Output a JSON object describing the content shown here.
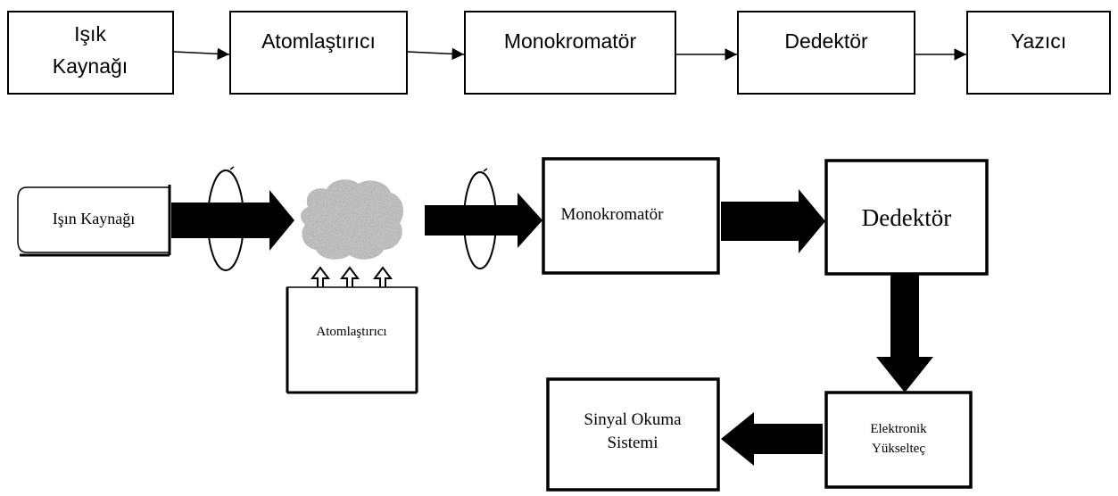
{
  "top_flow": {
    "boxes": [
      {
        "lines": [
          "Işık",
          "Kaynağı"
        ]
      },
      {
        "lines": [
          "Atomlaştırıcı"
        ]
      },
      {
        "lines": [
          "Monokromatör"
        ]
      },
      {
        "lines": [
          "Dedektör"
        ]
      },
      {
        "lines": [
          "Yazıcı"
        ]
      }
    ]
  },
  "bottom_diagram": {
    "light_source": "Işın Kaynağı",
    "atomizer": "Atomlaştırıcı",
    "monochromator": "Monokromatör",
    "detector": "Dedektör",
    "amplifier": [
      "Elektronik",
      "Yükselteç"
    ],
    "readout": [
      "Sinyal Okuma",
      "Sistemi"
    ]
  },
  "colors": {
    "line": "#000000",
    "background": "#ffffff",
    "atom_cloud": "#8a8a8a"
  }
}
